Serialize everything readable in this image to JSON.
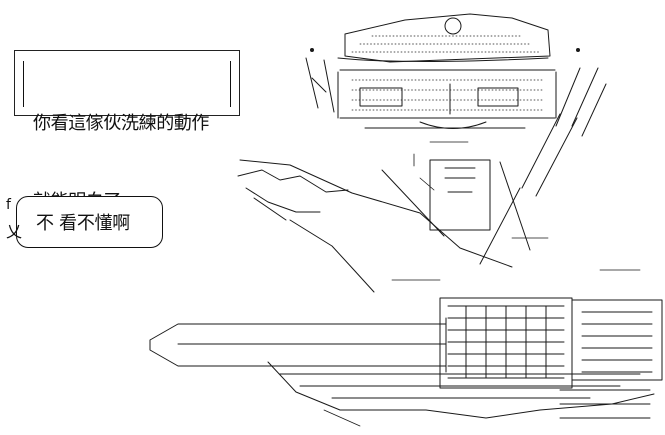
{
  "panel": {
    "box_lines": [
      "你看這傢伙洗練的動作",
      "就能明白了"
    ],
    "bubble_prefix": "f",
    "bubble_tail": "乂",
    "bubble_text": "不 看不懂啊"
  },
  "icons": {
    "primary": "ascii-art-character-icon",
    "speech": "speech-bubble-icon",
    "box": "caption-box-icon"
  },
  "colors": {
    "ink": "#1a1a1a",
    "paper": "#ffffff"
  }
}
